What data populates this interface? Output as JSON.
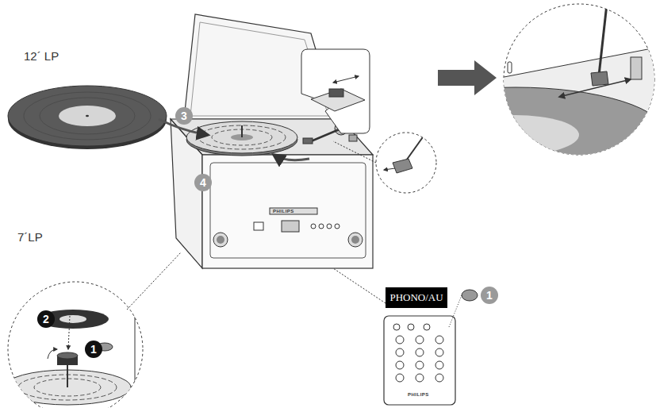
{
  "diagram": {
    "nodes": [
      {
        "text": [
          "PHONO/AU"
        ]
      }
    ],
    "labels": [
      "12´ LP",
      "2",
      "3",
      "4",
      "PHILIPS",
      "7´LP",
      "2",
      "1",
      "1",
      "PHILIPS"
    ]
  }
}
